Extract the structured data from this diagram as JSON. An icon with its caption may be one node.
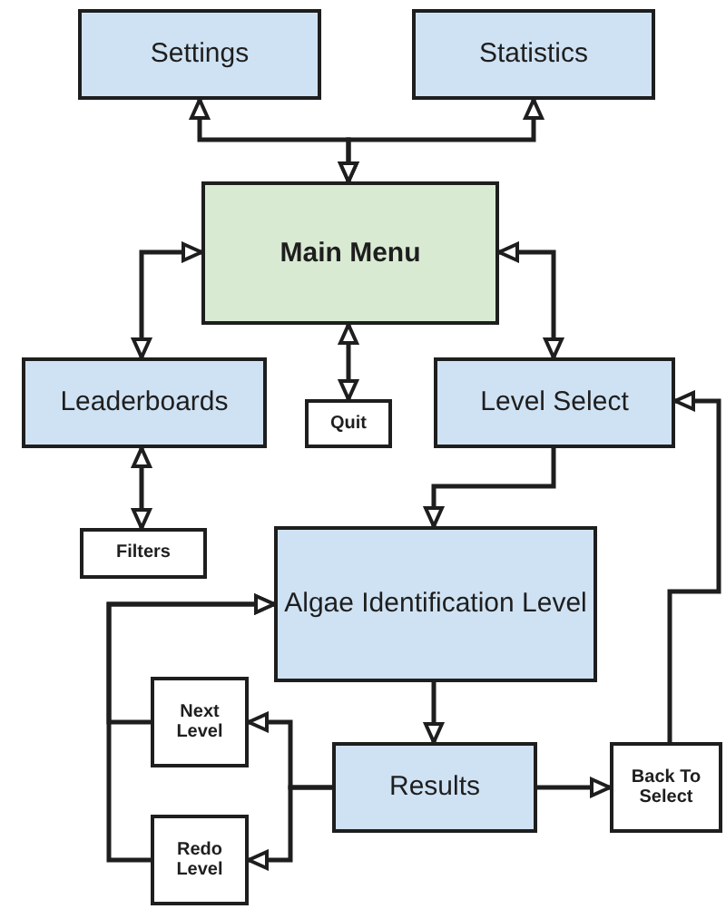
{
  "diagram": {
    "nodes": [
      {
        "text": [
          "Settings"
        ]
      },
      {
        "text": [
          "Statistics"
        ]
      },
      {
        "text": [
          "Main Menu"
        ]
      },
      {
        "text": [
          "Leaderboards"
        ]
      },
      {
        "text": [
          "Quit"
        ]
      },
      {
        "text": [
          "Level Select"
        ]
      },
      {
        "text": [
          "Filters"
        ]
      },
      {
        "text": [
          "Algae Identification Level"
        ]
      },
      {
        "text": [
          "Next Level"
        ]
      },
      {
        "text": [
          "Results"
        ]
      },
      {
        "text": [
          "Back To Select"
        ]
      },
      {
        "text": [
          "Redo Level"
        ]
      }
    ],
    "edges": [
      {
        "from": 2,
        "to": 0,
        "arrow": "both"
      },
      {
        "from": 2,
        "to": 1,
        "arrow": "both"
      },
      {
        "from": 2,
        "to": 3,
        "arrow": "both"
      },
      {
        "from": 2,
        "to": 4,
        "arrow": "both"
      },
      {
        "from": 2,
        "to": 5,
        "arrow": "both"
      },
      {
        "from": 3,
        "to": 6,
        "arrow": "both"
      },
      {
        "from": 5,
        "to": 7,
        "arrow": "to"
      },
      {
        "from": 7,
        "to": 9,
        "arrow": "to"
      },
      {
        "from": 9,
        "to": 8,
        "arrow": "to"
      },
      {
        "from": 9,
        "to": 11,
        "arrow": "to"
      },
      {
        "from": 9,
        "to": 10,
        "arrow": "to"
      },
      {
        "from": 10,
        "to": 5,
        "arrow": "to"
      },
      {
        "from": 8,
        "to": 7,
        "arrow": "to"
      },
      {
        "from": 11,
        "to": 7,
        "arrow": "to"
      }
    ]
  }
}
